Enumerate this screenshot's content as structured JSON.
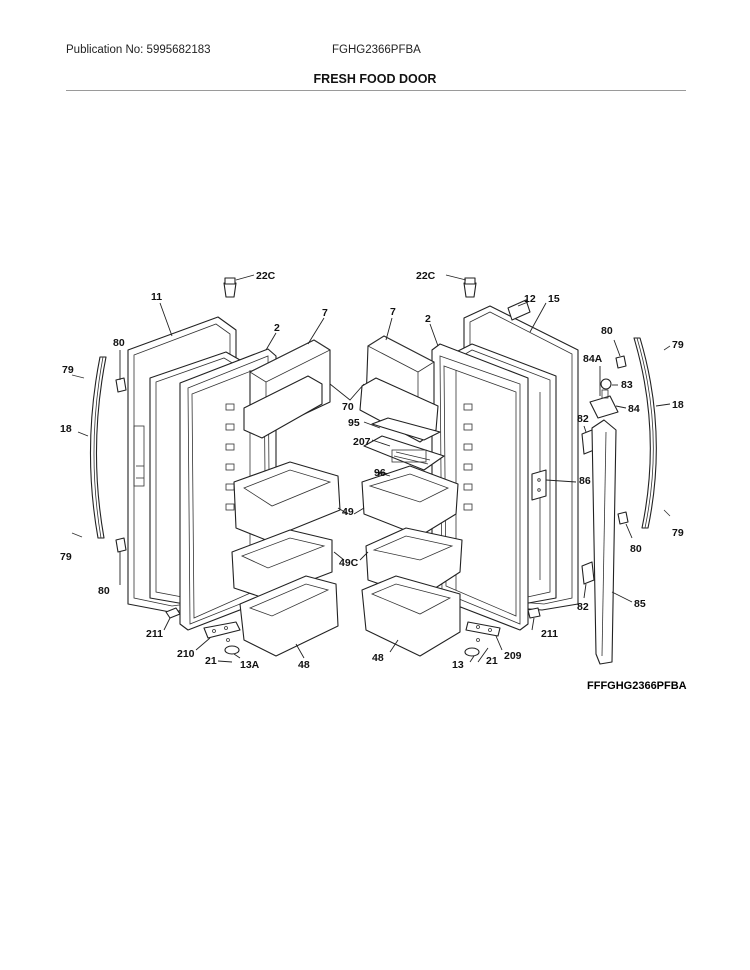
{
  "header": {
    "publication": "Publication No: 5995682183",
    "model": "FGHG2366PFBA",
    "title": "FRESH FOOD DOOR"
  },
  "diagram": {
    "drawing_code": "FFFGHG2366PFBA",
    "callouts": {
      "c22c_l": "22C",
      "c22c_r": "22C",
      "c11": "11",
      "c12": "12",
      "c15": "15",
      "c2_l": "2",
      "c2_r": "2",
      "c7_l": "7",
      "c7_r": "7",
      "c80_tl": "80",
      "c80_tr": "80",
      "c80_bl": "80",
      "c80_br": "80",
      "c79_tl": "79",
      "c79_tr": "79",
      "c79_bl": "79",
      "c79_br": "79",
      "c18_l": "18",
      "c18_r": "18",
      "c70": "70",
      "c95": "95",
      "c207": "207",
      "c96": "96",
      "c49": "49",
      "c49c": "49C",
      "c84a": "84A",
      "c83": "83",
      "c84": "84",
      "c82_t": "82",
      "c82_b": "82",
      "c86": "86",
      "c85": "85",
      "c211_l": "211",
      "c211_r": "211",
      "c210": "210",
      "c209": "209",
      "c21_l": "21",
      "c21_r": "21",
      "c13a": "13A",
      "c13": "13",
      "c48_l": "48",
      "c48_r": "48"
    }
  }
}
